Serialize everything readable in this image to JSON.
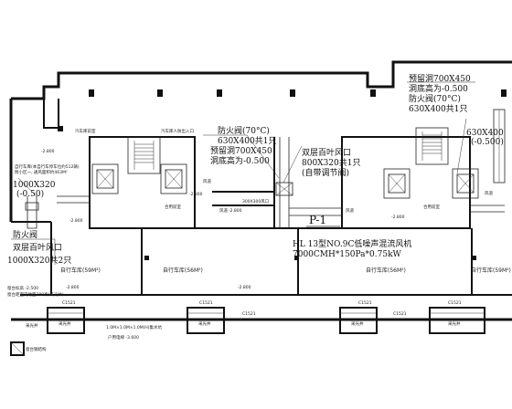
{
  "annotations": {
    "fire_valve_center_1": "防火阀(70°C)",
    "fire_valve_center_2": "630X400共1只",
    "reserved_hole_center": "预留洞700X450",
    "reserved_hole_center_elev": "洞底高为-0.500",
    "louver_center_1": "双层百叶风口",
    "louver_center_2": "800X320共1只",
    "louver_center_3": "(自带调节阀)",
    "p1_tag": "P-1",
    "fan_spec_1": "HL 13型NO.9C低噪声混流风机",
    "fan_spec_2": "7000CMH*150Pa*0.75kW",
    "right_hole": "预留洞700X450",
    "right_hole_elev": "洞底高为-0.500",
    "right_valve_1": "防火阀(70°C)",
    "right_valve_2": "630X400共1只",
    "right_size": "630X400",
    "right_elev": "(-0.500)",
    "left_size": "1000X320",
    "left_elev": "(-0.50)",
    "left_valve": "防火阀",
    "left_louver": "双层百叶风口",
    "left_louver_size": "1000X320共2只",
    "left_note_1": "自行车库(本自行车停车位约512辆)",
    "left_note_2": "附小区一, 通风面积约463M²",
    "room_59_left": "自行车库(59M²)",
    "room_56_left": "自行车库(56M²)",
    "room_56_right": "自行车库(56M²)",
    "room_59_right": "自行车库(59M²)",
    "elev_2800_a": "-2.800",
    "elev_2800_b": "-2.800",
    "elev_2800_c": "-2.800",
    "elev_2800_d": "-2.800",
    "elev_2800_e": "-2.800",
    "elev_2800_f": "-2.800",
    "elev_2800_g": "-2.800",
    "elev_3600": "-3.600",
    "elev_3600_label": "户用电梯 -3.600",
    "c1521_1": "C1521",
    "c1521_2": "C1521",
    "c1521_3": "C1521",
    "c1521_4": "C1521",
    "c1521_5": "C1521",
    "c1521_6": "C1521",
    "window_label_1": "采光井",
    "window_label_2": "采光井",
    "window_label_3": "采光井",
    "window_label_4": "采光井",
    "exit_note": "1.0M×1.0M×1.0M(H)集水坑",
    "lower_left_1": "窗台标高 -2.500",
    "lower_left_2": "窗台距室内地面300高(采光井)",
    "lower_left_3": "采光井",
    "lower_left_4": "窗台钢结构",
    "elev_2500": "-2.500",
    "stair_left": "汽车库前室",
    "stair_right": "汽车库人防出入口",
    "shaft_1": "风道",
    "shaft_2": "风道",
    "shaft_3": "风道",
    "shaft_4": "风道",
    "room_mech_1": "合用前室",
    "room_mech_2": "合用前室",
    "corridor_note": "300X300风口"
  }
}
